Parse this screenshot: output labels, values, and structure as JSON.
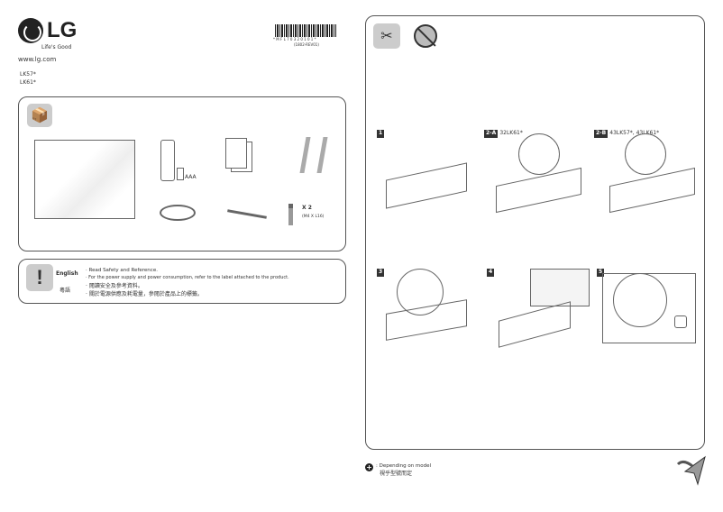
{
  "header": {
    "brand": "LG",
    "slogan": "Life's Good",
    "website": "www.lg.com",
    "models": [
      "LK57*",
      "LK61*"
    ],
    "barcode_text": "* M F L 7 0 3 2 0 1 0 1 *",
    "barcode_code": "(1802-REV01)"
  },
  "accessories": {
    "battery_label": "AAA",
    "screw_qty": "X 2",
    "screw_size": "(M4 X L16)"
  },
  "notice": {
    "lang_en": "English",
    "lang_zh": "粵語",
    "lines_en": [
      "· Read Safety and Reference.",
      "· For the power supply and power consumption, refer to the label attached to the product."
    ],
    "lines_zh": [
      "· 閱讀安全及參考資料。",
      "· 關於電源供應及耗電量，參閱於產品上的標籤。"
    ]
  },
  "steps": [
    {
      "num": "1",
      "label": ""
    },
    {
      "num": "2-A",
      "label": "32LK61*"
    },
    {
      "num": "2-B",
      "label": "43LK57*, 43LK61*"
    },
    {
      "num": "3",
      "label": ""
    },
    {
      "num": "4",
      "label": ""
    },
    {
      "num": "5",
      "label": ""
    }
  ],
  "footer": {
    "note_en": ": Depending on model",
    "note_zh": "視乎型號而定"
  }
}
